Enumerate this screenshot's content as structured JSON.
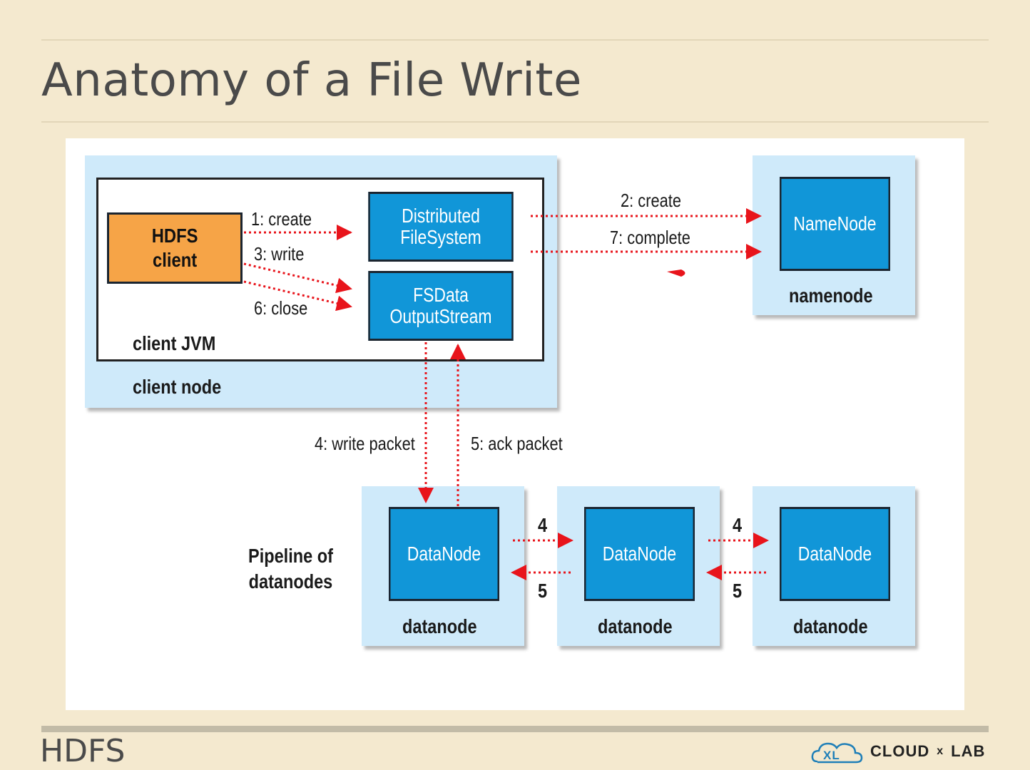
{
  "slide": {
    "title": "Anatomy of a File Write",
    "footer_left": "HDFS",
    "brand": {
      "word1": "CLOUD",
      "sep": "x",
      "word2": "LAB"
    }
  },
  "diagram": {
    "client_node_label": "client node",
    "client_jvm_label": "client JVM",
    "hdfs_client": "HDFS\nclient",
    "distributed_fs": "Distributed\nFileSystem",
    "fsdata_stream": "FSData\nOutputStream",
    "namenode_box": "NameNode",
    "namenode_label": "namenode",
    "pipeline_label": "Pipeline of\ndatanodes",
    "datanode_box": "DataNode",
    "datanode_label": "datanode",
    "arrows": {
      "create1": "1: create",
      "write3": "3: write",
      "close6": "6: close",
      "create2": "2: create",
      "complete7": "7: complete",
      "write_packet": "4: write packet",
      "ack_packet": "5: ack packet",
      "fwd": "4",
      "back": "5"
    },
    "colors": {
      "blue_box": "#1196d8",
      "orange_box": "#f6a447",
      "node_bg": "#cfeafa",
      "arrow": "#e8141b"
    }
  }
}
